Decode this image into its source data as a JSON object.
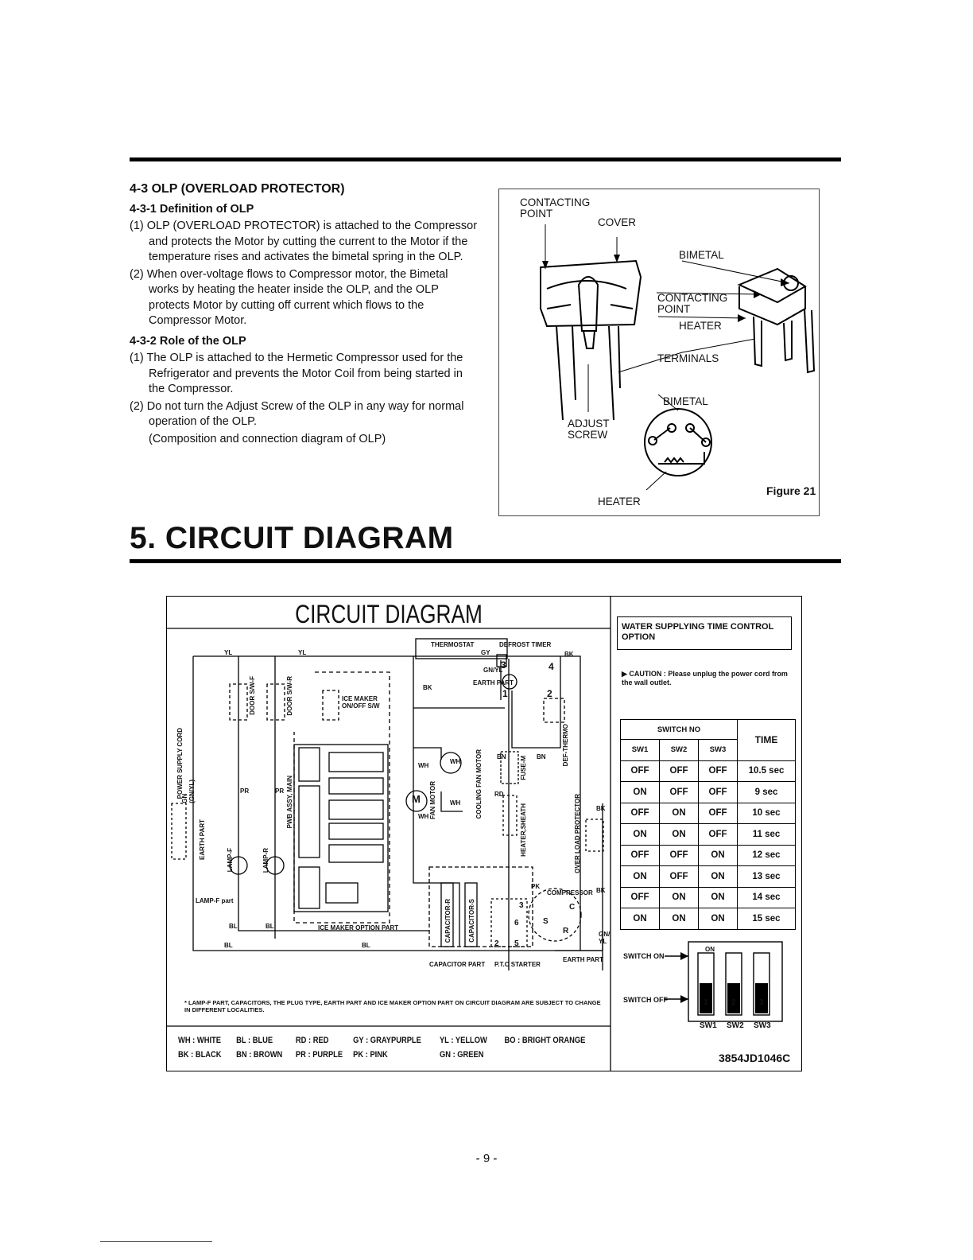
{
  "section_4_3": {
    "title": "4-3 OLP (OVERLOAD PROTECTOR)",
    "sub1_title": "4-3-1 Definition of OLP",
    "sub1_items": [
      "(1) OLP (OVERLOAD PROTECTOR) is attached to the Compressor and protects the Motor by cutting the current to the Motor if the temperature rises and activates the bimetal spring in the OLP.",
      "(2) When over-voltage flows to Compressor motor, the Bimetal works by heating the heater inside the OLP, and the OLP protects Motor by cutting off current which flows to the Compressor Motor."
    ],
    "sub2_title": "4-3-2 Role of the OLP",
    "sub2_items": [
      "(1) The OLP is attached to the Hermetic Compressor used for the Refrigerator and prevents the Motor Coil from being started in the Compressor.",
      "(2) Do not turn the Adjust Screw of the OLP in any way for normal operation of the OLP."
    ],
    "sub2_note": "(Composition and connection diagram of OLP)"
  },
  "figure21": {
    "contacting_point_top": "CONTACTING\nPOINT",
    "cover": "COVER",
    "bimetal_top": "BIMETAL",
    "contacting_point_mid": "CONTACTING\nPOINT",
    "heater_mid": "HEATER",
    "terminals": "TERMINALS",
    "bimetal_bottom": "BIMETAL",
    "adjust_screw": "ADJUST\nSCREW",
    "heater_bottom": "HEATER",
    "caption": "Figure 21"
  },
  "section_5_title": "5. CIRCUIT DIAGRAM",
  "circuit": {
    "title": "CIRCUIT DIAGRAM",
    "labels": {
      "yl1": "YL",
      "yl2": "YL",
      "thermostat": "THERMOSTAT",
      "defrost_timer": "DEFROST TIMER",
      "gy": "GY",
      "bk_top": "BK",
      "gnyl": "GN/YL",
      "earth_part_top": "EARTH PART",
      "bk_left": "BK",
      "door_f": "DOOR S/W-F",
      "door_r": "DOOR S/W-R",
      "ice_maker_sw": "ICE MAKER\nON/OFF S/W",
      "power_cord": "POWER SUPPLY CORD",
      "earth_part_left": "EARTH PART",
      "gn_gnyl": "GN\n(GN/YL)",
      "pr1": "PR",
      "pr2": "PR",
      "pwb": "PWB ASSY, MAIN",
      "lamp_f": "LAMP-F",
      "lamp_r": "LAMP-R",
      "lamp_f_part": "LAMP-F part",
      "bl1": "BL",
      "bl2": "BL",
      "bl3": "BL",
      "bl4": "BL",
      "ice_maker_option": "ICE MAKER OPTION PART",
      "wh1": "WH",
      "wh2": "WH",
      "wh3": "WH",
      "wh4": "WH",
      "fan_motor": "FAN MOTOR",
      "cooling_fan": "COOLING FAN MOTOR",
      "fuse_m": "FUSE-M",
      "bn1": "BN",
      "bn2": "BN",
      "def_thermo": "DEF-THERMO",
      "rd": "RD",
      "heater_sheath": "HEATER,SHEATH",
      "olp": "OVER LOAD PROTECTOR",
      "bk_r1": "BK",
      "bk_r2": "BK",
      "pk": "PK",
      "compressor": "COMPRESSOR",
      "capacitor_r": "CAPACITOR-R",
      "capacitor_s": "CAPACITOR-S",
      "capacitor_part": "CAPACITOR PART",
      "ptc_starter": "P.T.C STARTER",
      "earth_part_right": "EARTH PART",
      "gnyl2": "GN/\nYL",
      "t3": "3",
      "t4": "4",
      "t1": "1",
      "t2": "2",
      "ptc3": "3",
      "ptc6": "6",
      "ptc2": "2",
      "ptc5": "5",
      "m": "M",
      "c": "C",
      "s": "S",
      "r": "R"
    },
    "footnote": "* LAMP-F PART, CAPACITORS, THE PLUG TYPE, EARTH PART AND ICE MAKER OPTION PART ON CIRCUIT DIAGRAM ARE SUBJECT TO CHANGE IN DIFFERENT LOCALITIES.",
    "color_legend_row1": [
      "WH : WHITE",
      "BL : BLUE",
      "RD : RED",
      "GY : GRAYPURPLE",
      "YL : YELLOW",
      "BO : BRIGHT ORANGE"
    ],
    "color_legend_row2": [
      "BK : BLACK",
      "BN : BROWN",
      "PR : PURPLE",
      "PK : PINK",
      "GN : GREEN"
    ]
  },
  "water_panel": {
    "title": "WATER SUPPLYING TIME CONTROL OPTION",
    "caution": "CAUTION : Please unplug the power cord from the wall outlet.",
    "switch_no": "SWITCH NO",
    "time": "TIME",
    "headers": [
      "SW1",
      "SW2",
      "SW3"
    ],
    "rows": [
      [
        "OFF",
        "OFF",
        "OFF",
        "10.5 sec"
      ],
      [
        "ON",
        "OFF",
        "OFF",
        "9 sec"
      ],
      [
        "OFF",
        "ON",
        "OFF",
        "10 sec"
      ],
      [
        "ON",
        "ON",
        "OFF",
        "11 sec"
      ],
      [
        "OFF",
        "OFF",
        "ON",
        "12 sec"
      ],
      [
        "ON",
        "OFF",
        "ON",
        "13 sec"
      ],
      [
        "OFF",
        "ON",
        "ON",
        "14 sec"
      ],
      [
        "ON",
        "ON",
        "ON",
        "15 sec"
      ]
    ],
    "switch_on": "SWITCH ON",
    "switch_off": "SWITCH OFF",
    "on_mark": "ON",
    "dip_numbers": [
      "1",
      "2",
      "3"
    ],
    "dip_names": [
      "SW1",
      "SW2",
      "SW3"
    ],
    "code": "3854JD1046C"
  },
  "page_number": "- 9 -"
}
